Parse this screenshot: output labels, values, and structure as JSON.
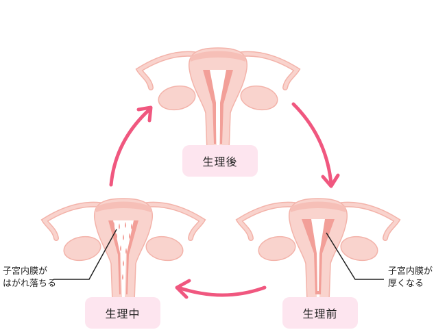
{
  "stages": {
    "after": {
      "label": "生理後"
    },
    "before": {
      "label": "生理前"
    },
    "during": {
      "label": "生理中"
    }
  },
  "callouts": {
    "thick": {
      "line1": "子宮内膜が",
      "line2": "厚くなる"
    },
    "shed": {
      "line1": "子宮内膜が",
      "line2": "はがれ落ちる"
    }
  },
  "colors": {
    "uterus": "#f9d3cd",
    "uterus_outline": "#f3b3aa",
    "endometrium": "#f29f98",
    "label_bg": "#fde5ef",
    "arrow": "#f0577f"
  }
}
